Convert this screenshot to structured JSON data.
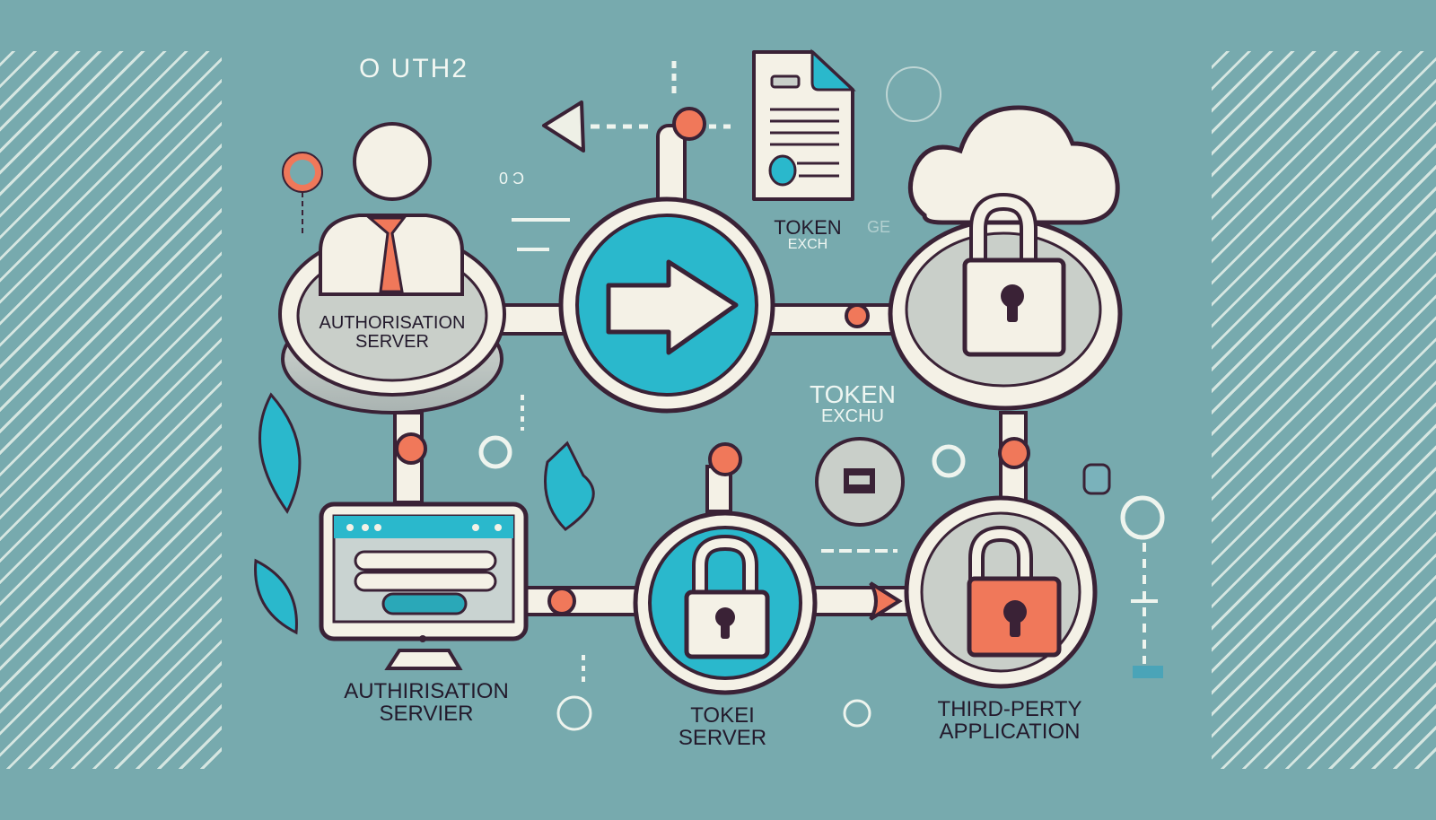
{
  "title": "O UTH2",
  "colors": {
    "background": "#77aaae",
    "hatch": "#e6f1ea",
    "outline": "#3a2236",
    "cream": "#f4f1e6",
    "teal": "#2ab8cc",
    "coral": "#f0785a",
    "gray_disk": "#c9cfc9"
  },
  "nodes": {
    "top_left": {
      "icon": "person-icon",
      "label_line1": "AUTHORISATION",
      "label_line2": "SERVER"
    },
    "top_middle": {
      "icon": "arrow-right-icon",
      "label_line1": "",
      "label_line2": ""
    },
    "top_right": {
      "icon": "padlock-cloud-icon",
      "label_line1": "",
      "label_line2": ""
    },
    "bottom_left": {
      "icon": "monitor-login-icon",
      "label_line1": "AUTHIRISATION",
      "label_line2": "SERVIER"
    },
    "bottom_middle": {
      "icon": "padlock-icon",
      "label_line1": "TOKEI",
      "label_line2": "SERVER"
    },
    "bottom_right": {
      "icon": "padlock-red-icon",
      "label_line1": "THIRD-PERTY",
      "label_line2": "APPLICATION"
    }
  },
  "annotations": {
    "token_exchange_top": {
      "line1": "TOKEN",
      "line2": "EXCH",
      "faded": "GE"
    },
    "token_exchange_mid": {
      "line1": "TOKEN",
      "line2": "EXCHU"
    }
  },
  "decor_text": {
    "small_glyph": "0 ɔ"
  },
  "document": {
    "icon": "document-icon"
  }
}
